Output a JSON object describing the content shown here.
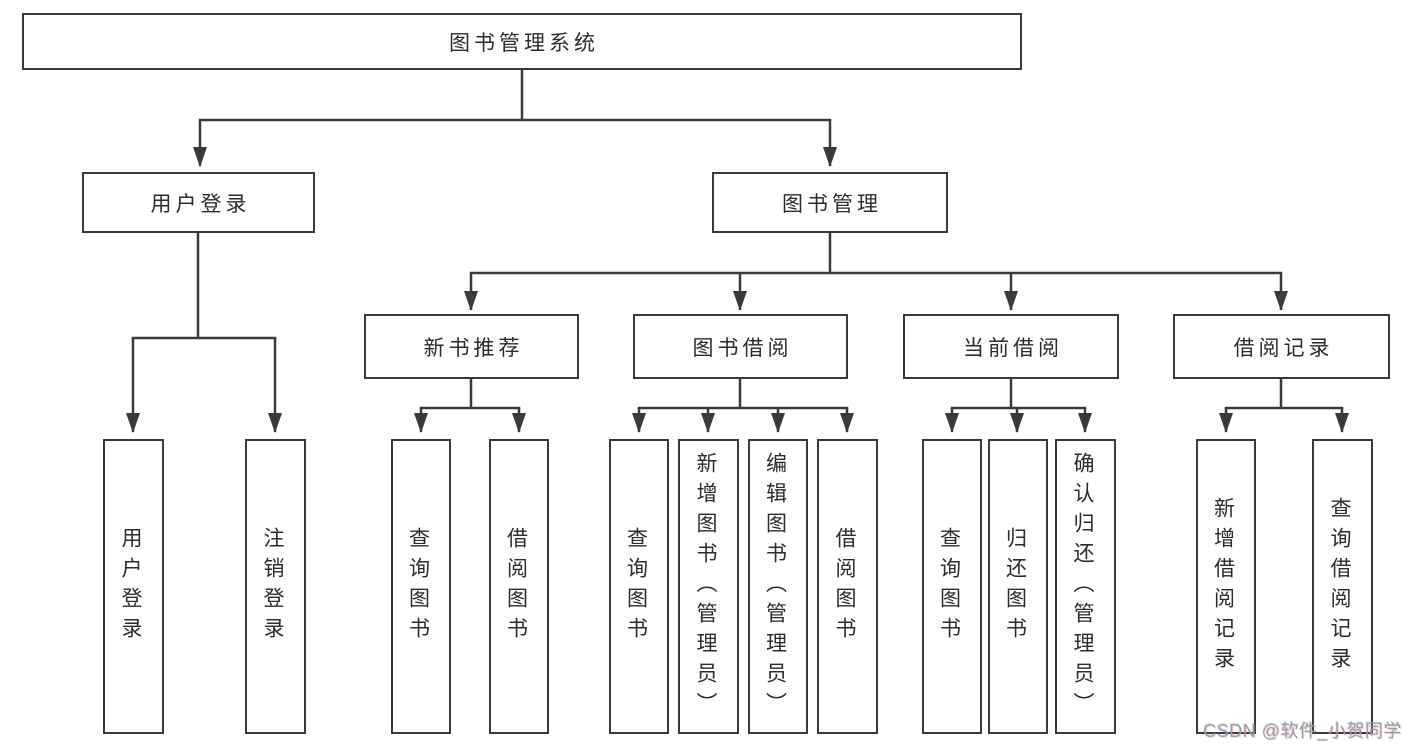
{
  "diagram": {
    "root": {
      "label": "图书管理系统"
    },
    "branches": [
      {
        "label": "用户登录",
        "children": [
          {
            "label": "用户登录"
          },
          {
            "label": "注销登录"
          }
        ]
      },
      {
        "label": "图书管理",
        "children": [
          {
            "label": "新书推荐",
            "children": [
              {
                "label": "查询图书"
              },
              {
                "label": "借阅图书"
              }
            ]
          },
          {
            "label": "图书借阅",
            "children": [
              {
                "label": "查询图书"
              },
              {
                "label": "新增图书（管理员）"
              },
              {
                "label": "编辑图书（管理员）"
              },
              {
                "label": "借阅图书"
              }
            ]
          },
          {
            "label": "当前借阅",
            "children": [
              {
                "label": "查询图书"
              },
              {
                "label": "归还图书"
              },
              {
                "label": "确认归还（管理员）"
              }
            ]
          },
          {
            "label": "借阅记录",
            "children": [
              {
                "label": "新增借阅记录"
              },
              {
                "label": "查询借阅记录"
              }
            ]
          }
        ]
      }
    ],
    "watermark": "CSDN @软件_小贺同学",
    "colors": {
      "line": "#3a3a3a",
      "text": "#2d2d2d",
      "watermark": "#9e9e9e",
      "background": "#ffffff"
    }
  }
}
